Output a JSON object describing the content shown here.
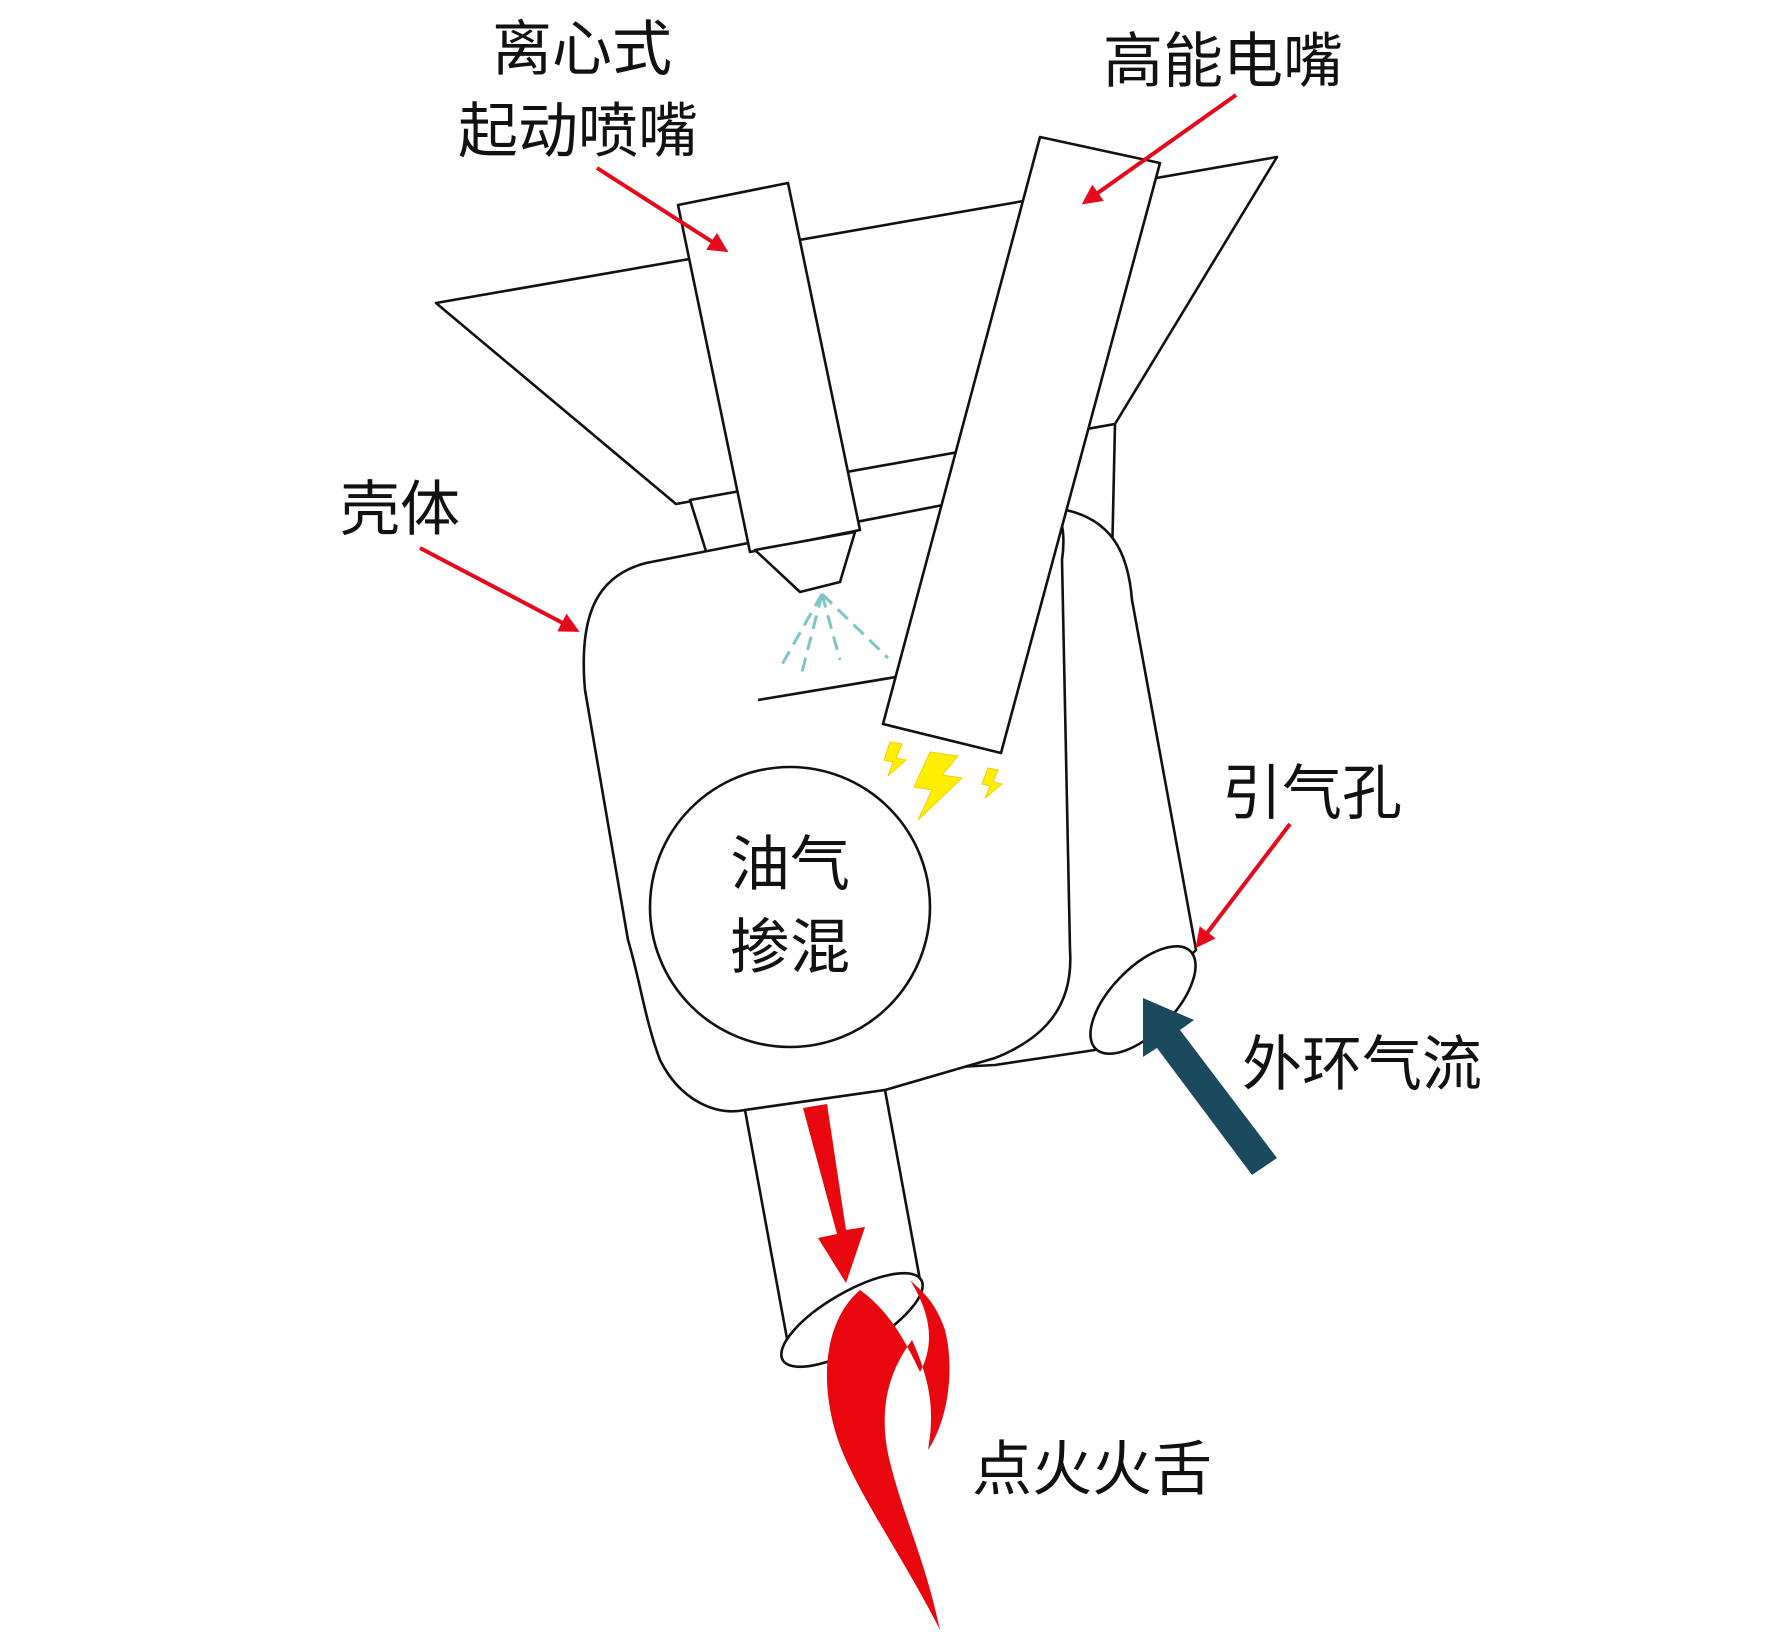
{
  "labels": {
    "centrifugal_line1": "离心式",
    "centrifugal_line2": "起动喷嘴",
    "igniter": "高能电嘴",
    "housing": "壳体",
    "bleed_hole": "引气孔",
    "mixing_line1": "油气",
    "mixing_line2": "掺混",
    "outer_airflow": "外环气流",
    "flame": "点火火舌"
  },
  "colors": {
    "pointer_arrow": "#e5091b",
    "airflow_arrow": "#1a4a5c",
    "flame": "#e8070f",
    "spark": "#ffee00",
    "spray": "#7fc4c8",
    "outline": "#111111"
  },
  "icons": {
    "spark": "lightning-bolt-icon",
    "flame": "flame-icon"
  }
}
